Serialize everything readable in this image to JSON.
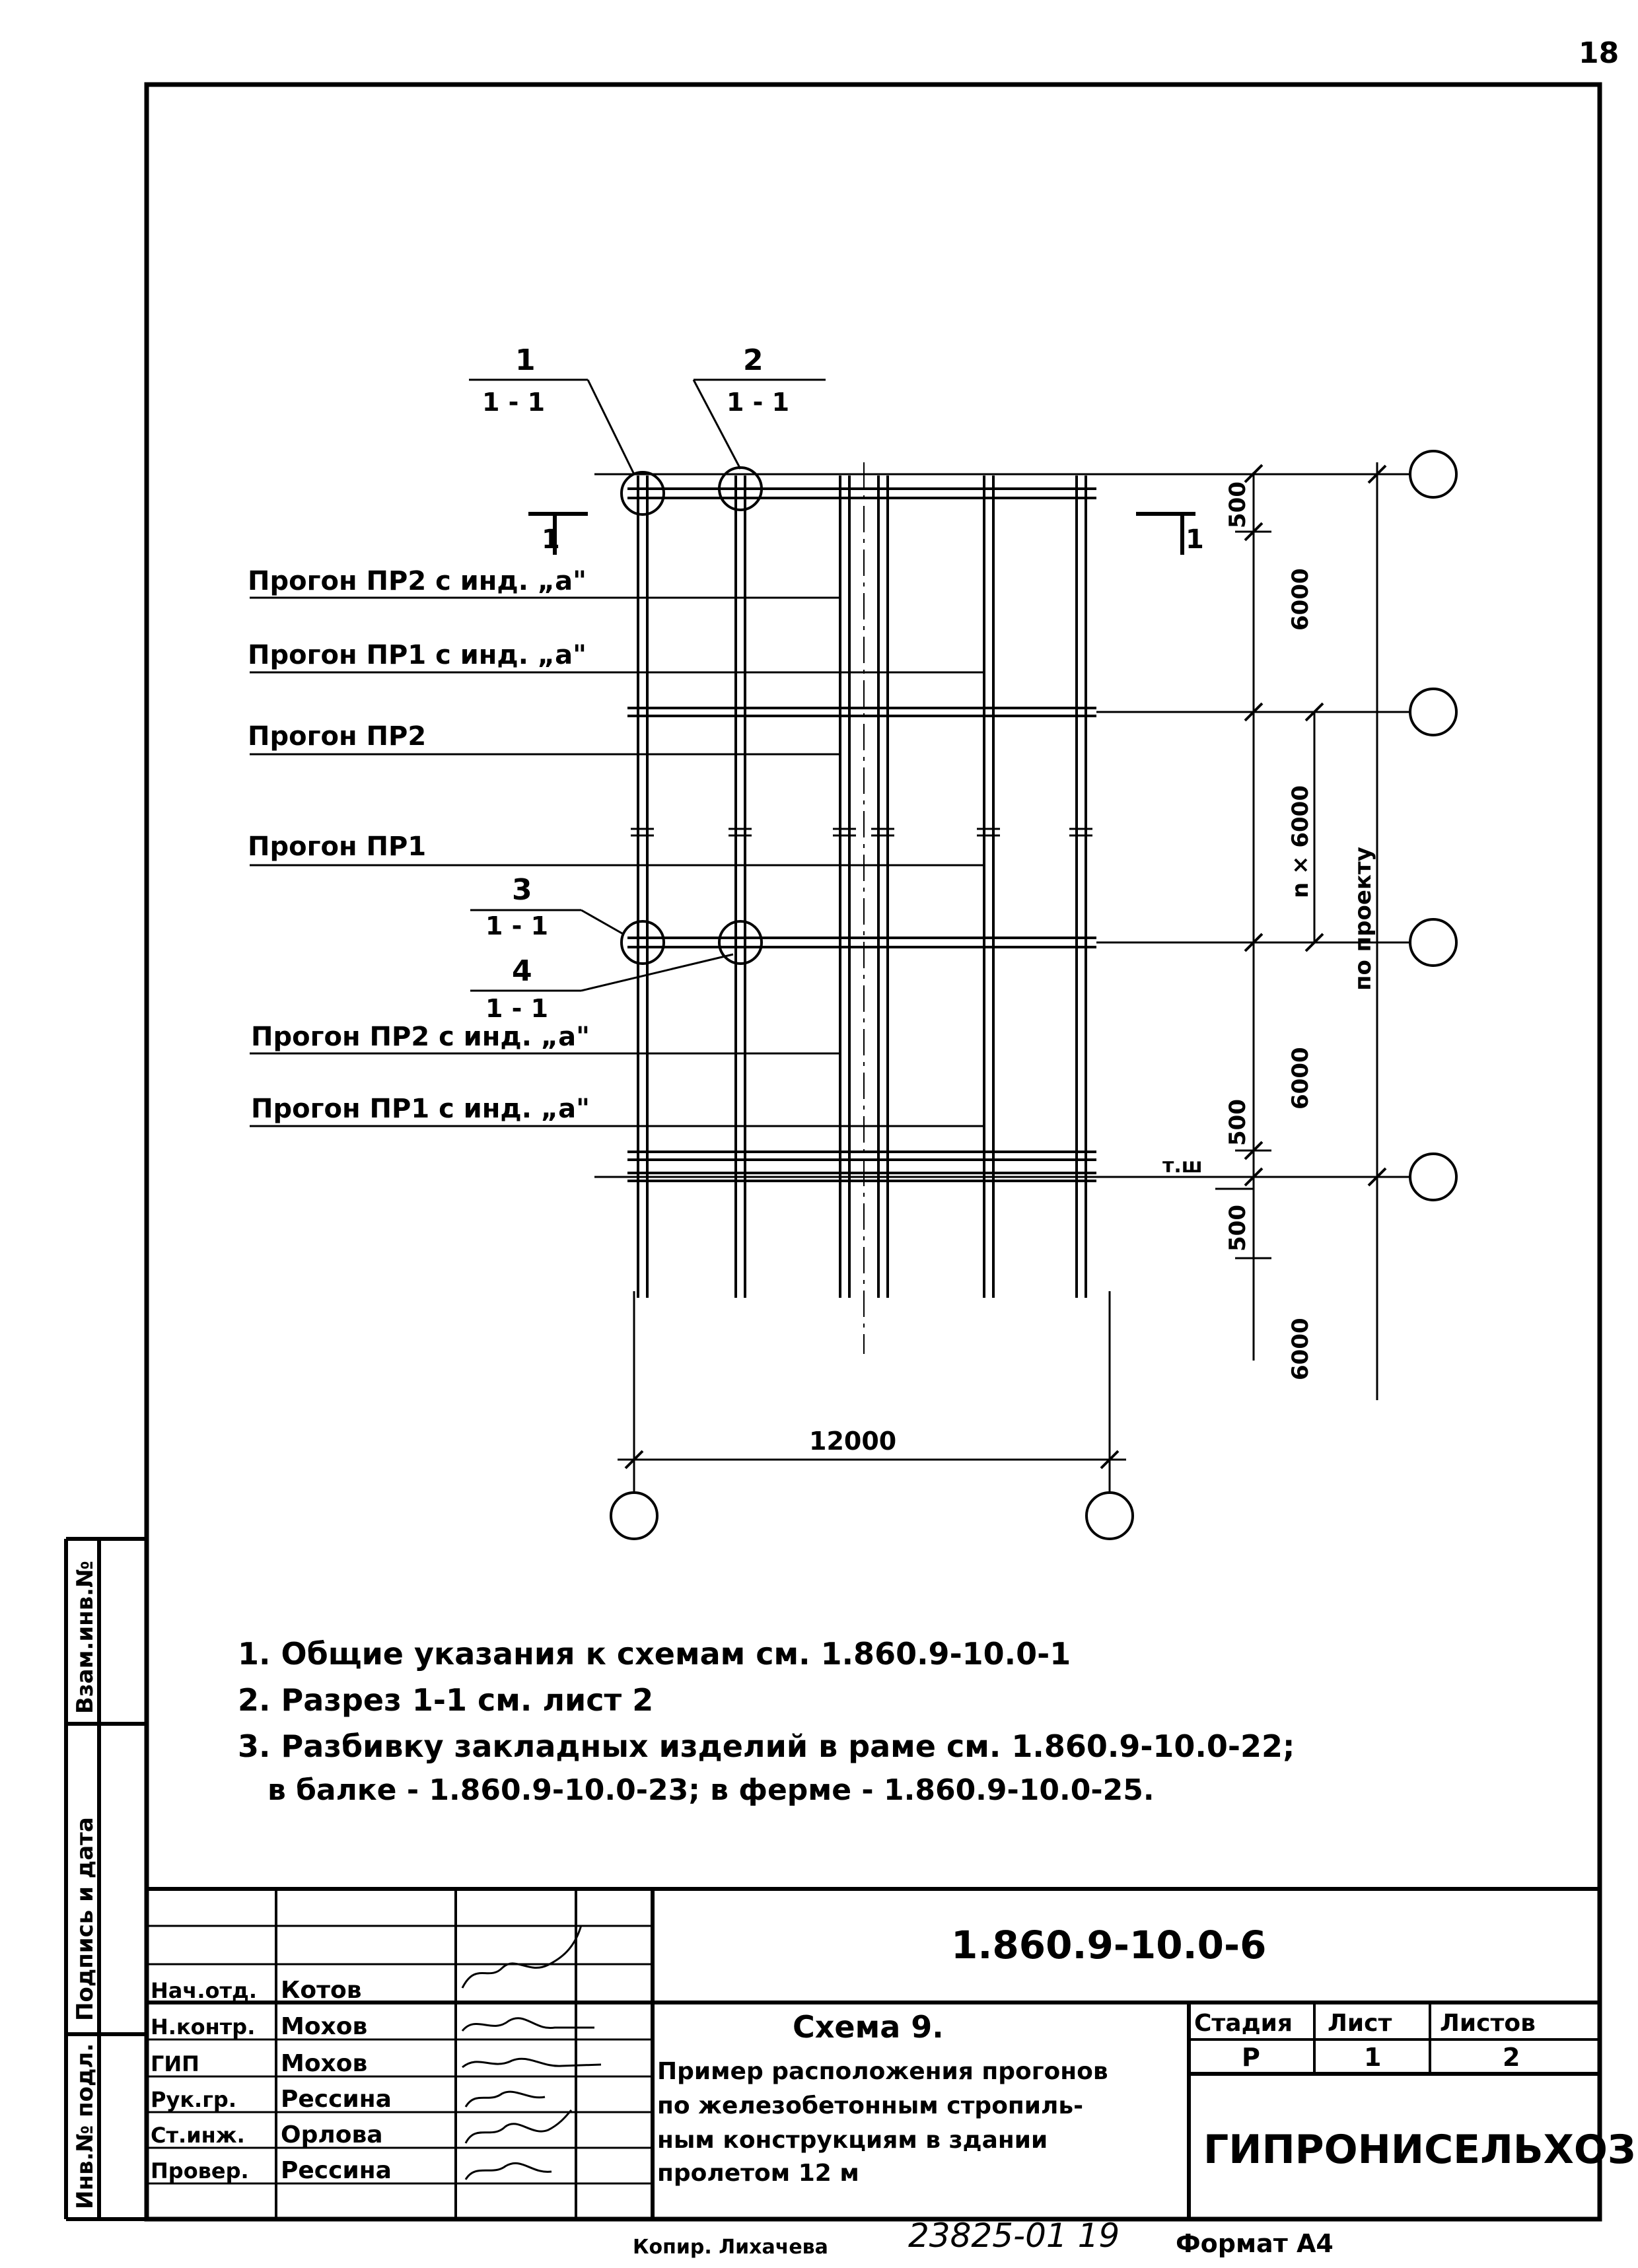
{
  "page_number": "18",
  "scheme": {
    "callouts": [
      {
        "num": "1",
        "section": "1 - 1"
      },
      {
        "num": "2",
        "section": "1 - 1"
      },
      {
        "num": "3",
        "section": "1 - 1"
      },
      {
        "num": "4",
        "section": "1 - 1"
      }
    ],
    "section_mark": "1",
    "labels": [
      "Прогон ПР2 с инд. „а\"",
      "Прогон ПР1 с инд. „а\"",
      "Прогон ПР2",
      "Прогон ПР1",
      "Прогон ПР2 с инд. „а\"",
      "Прогон ПР1 с инд. „а\""
    ],
    "dims": {
      "d500_top": "500",
      "d6000_top": "6000",
      "n_x_6000": "n × 6000",
      "po_proektu": "по проекту",
      "d6000_mid": "6000",
      "d500_mid": "500",
      "tsh": "т.ш",
      "d500_bot": "500",
      "d6000_bot": "6000",
      "span": "12000"
    }
  },
  "notes": [
    "1. Общие указания к схемам см. 1.860.9-10.0-1",
    "2. Разрез 1-1 см. лист 2",
    "3. Разбивку закладных изделий в раме см. 1.860.9-10.0-22;",
    "в балке - 1.860.9-10.0-23; в ферме - 1.860.9-10.0-25."
  ],
  "side_stamp": {
    "inv_podl": "Инв.№ подл.",
    "podpis_data": "Подпись и дата",
    "vzam_inv": "Взам.инв.№"
  },
  "title_block": {
    "doc_code": "1.860.9-10.0-6",
    "roles": [
      {
        "role": "Нач.отд.",
        "name": "Котов"
      },
      {
        "role": "Н.контр.",
        "name": "Мохов"
      },
      {
        "role": "ГИП",
        "name": "Мохов"
      },
      {
        "role": "Рук.гр.",
        "name": "Рессина"
      },
      {
        "role": "Ст.инж.",
        "name": "Орлова"
      },
      {
        "role": "Провер.",
        "name": "Рессина"
      }
    ],
    "sheet_title": "Схема 9.",
    "sheet_desc": [
      "Пример расположения прогонов",
      "по железобетонным стропиль-",
      "ным конструкциям в здании",
      "пролетом 12 м"
    ],
    "stage_label": "Стадия",
    "sheet_label": "Лист",
    "sheets_label": "Листов",
    "stage": "Р",
    "sheet": "1",
    "sheets": "2",
    "organization": "ГИПРОНИСЕЛЬХОЗ"
  },
  "footer": {
    "copied": "Копир. Лихачева",
    "number": "23825-01 19",
    "format": "Формат А4"
  }
}
